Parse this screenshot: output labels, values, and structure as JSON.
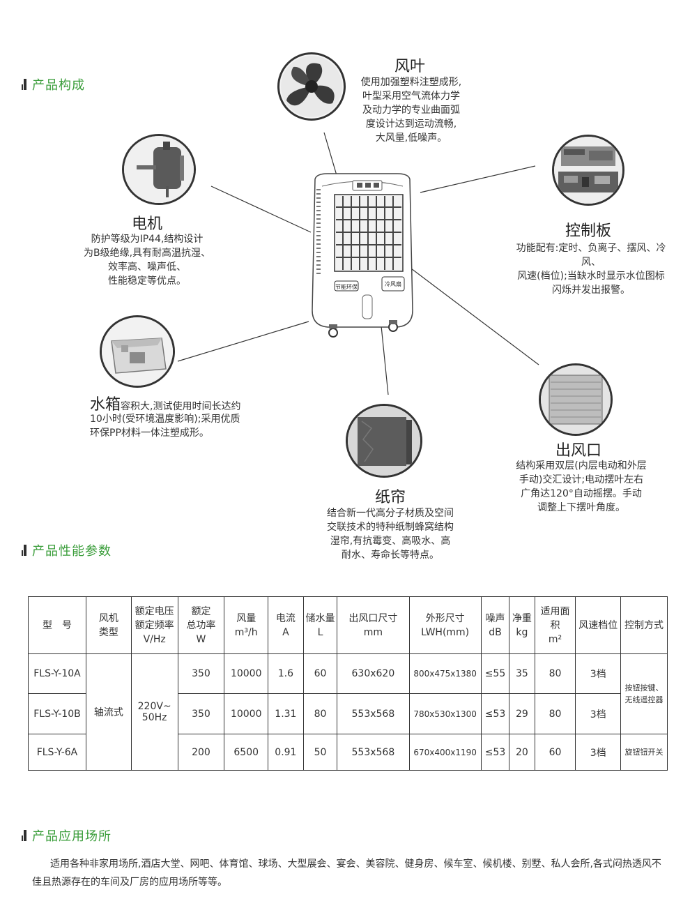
{
  "sections": {
    "composition": "产品构成",
    "performance": "产品性能参数",
    "application": "产品应用场所"
  },
  "components": {
    "fan_blade": {
      "title": "风叶",
      "lines": [
        "使用加强塑料注塑成形,",
        "叶型采用空气流体力学",
        "及动力学的专业曲面弧",
        "度设计达到运动流畅,",
        "大风量,低噪声。"
      ]
    },
    "motor": {
      "title": "电机",
      "lines": [
        "防护等级为IP44,结构设计",
        "为B级绝缘,具有耐高温抗湿、",
        "效率高、噪声低、",
        "性能稳定等优点。"
      ]
    },
    "control_board": {
      "title": "控制板",
      "lines": [
        "功能配有:定时、负离子、摆风、冷风、",
        "风速(档位);当缺水时显示水位图标",
        "闪烁并发出报警。"
      ]
    },
    "water_tank": {
      "title": "水箱",
      "first_line": "容积大,测试使用时间长达约",
      "lines": [
        "10小时(受环境温度影响);采用优质",
        "环保PP材料一体注塑成形。"
      ]
    },
    "air_outlet": {
      "title": "出风口",
      "lines": [
        "结构采用双层(内层电动和外层",
        "手动)交汇设计;电动摆叶左右",
        "广角达120°自动摇摆。手动",
        "调整上下摆叶角度。"
      ]
    },
    "cooling_pad": {
      "title": "纸帘",
      "lines": [
        "结合新一代高分子材质及空间",
        "交联技术的特种纸制蜂窝结构",
        "湿帘,有抗霉变、高吸水、高",
        "耐水、寿命长等特点。"
      ]
    }
  },
  "product_labels": {
    "left_badge": "节能环保",
    "right_badge": "冷风扇"
  },
  "table": {
    "headers": {
      "model": "型　号",
      "fan_type_1": "风机",
      "fan_type_2": "类型",
      "rated_1": "额定电压",
      "rated_2": "额定频率",
      "rated_3": "V/Hz",
      "power_1": "额定",
      "power_2": "总功率",
      "power_3": "W",
      "airflow_1": "风量",
      "airflow_2": "m³/h",
      "current_1": "电流",
      "current_2": "A",
      "water_1": "储水量",
      "water_2": "L",
      "outlet_1": "出风口尺寸",
      "outlet_2": "mm",
      "dims_1": "外形尺寸",
      "dims_2": "LWH(mm)",
      "noise_1": "噪声",
      "noise_2": "dB",
      "weight_1": "净重",
      "weight_2": "kg",
      "area_1": "适用面积",
      "area_2": "m²",
      "speed": "风速档位",
      "control": "控制方式"
    },
    "shared": {
      "fan_type": "轴流式",
      "voltage": "220V~",
      "frequency": "50Hz",
      "control_a_1": "按钮按键、",
      "control_a_2": "无线遥控器",
      "control_b": "旋钮钮开关"
    },
    "rows": [
      {
        "model": "FLS-Y-10A",
        "power": "350",
        "airflow": "10000",
        "current": "1.6",
        "water": "60",
        "outlet": "630x620",
        "dims": "800x475x1380",
        "noise": "≤55",
        "weight": "35",
        "area": "80",
        "speed": "3档"
      },
      {
        "model": "FLS-Y-10B",
        "power": "350",
        "airflow": "10000",
        "current": "1.31",
        "water": "80",
        "outlet": "553x568",
        "dims": "780x530x1300",
        "noise": "≤53",
        "weight": "29",
        "area": "80",
        "speed": "3档"
      },
      {
        "model": "FLS-Y-6A",
        "power": "200",
        "airflow": "6500",
        "current": "0.91",
        "water": "50",
        "outlet": "553x568",
        "dims": "670x400x1190",
        "noise": "≤53",
        "weight": "20",
        "area": "60",
        "speed": "3档"
      }
    ]
  },
  "usage_text": "适用各种非家用场所,酒店大堂、网吧、体育馆、球场、大型展会、宴会、美容院、健身房、候车室、候机楼、别墅、私人会所,各式闷热透风不佳且热源存在的车间及厂房的应用场所等等。"
}
